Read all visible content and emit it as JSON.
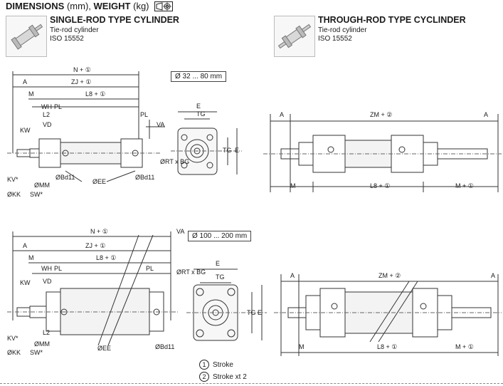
{
  "header": {
    "bold1": "DIMENSIONS",
    "thin1": " (mm), ",
    "bold2": "WEIGHT",
    "thin2": " (kg)"
  },
  "single": {
    "title": "SINGLE-ROD TYPE CYLINDER",
    "line1": "Tie-rod cylinder",
    "line2": "ISO 15552"
  },
  "through": {
    "title": "THROUGH-ROD TYPE CYCLINDER",
    "line1": "Tie-rod cylinder",
    "line2": "ISO 15552"
  },
  "ranges": {
    "small": "Ø 32 ... 80 mm",
    "large": "Ø 100 ... 200 mm"
  },
  "legend": {
    "s1": "1",
    "t1": "Stroke",
    "s2": "2",
    "t2": "Stroke xt 2"
  },
  "labels": [
    [
      "N + ①",
      103,
      101
    ],
    [
      "A",
      32,
      118
    ],
    [
      "ZJ + ①",
      100,
      118
    ],
    [
      "M",
      40,
      135
    ],
    [
      "L8 + ①",
      120,
      135
    ],
    [
      "E",
      276,
      152
    ],
    [
      "WH",
      58,
      153
    ],
    [
      "PL",
      76,
      153
    ],
    [
      "TG",
      276,
      163
    ],
    [
      "L2",
      60,
      164
    ],
    [
      "PL",
      197,
      164
    ],
    [
      "VA",
      220,
      178
    ],
    [
      "VD",
      60,
      178
    ],
    [
      "KW",
      28,
      186
    ],
    [
      "TG",
      313,
      214
    ],
    [
      "E",
      330,
      214
    ],
    [
      "ØRT x BG",
      225,
      230
    ],
    [
      "ØBd11",
      78,
      252
    ],
    [
      "ØMM",
      48,
      263
    ],
    [
      "ØEE",
      130,
      258
    ],
    [
      "ØBd11",
      190,
      252
    ],
    [
      "KV*",
      10,
      255
    ],
    [
      "ØKK",
      10,
      276
    ],
    [
      "SW*",
      42,
      276
    ],
    [
      "A",
      393,
      164
    ],
    [
      "ZM + ②",
      520,
      164
    ],
    [
      "A",
      680,
      164
    ],
    [
      "M",
      408,
      264
    ],
    [
      "L8 + ①",
      520,
      264
    ],
    [
      "M + ①",
      640,
      264
    ],
    [
      "N + ①",
      127,
      328
    ],
    [
      "VA",
      248,
      328
    ],
    [
      "A",
      32,
      348
    ],
    [
      "ZJ + ①",
      120,
      348
    ],
    [
      "M",
      40,
      365
    ],
    [
      "L8 + ①",
      135,
      365
    ],
    [
      "E",
      303,
      373
    ],
    [
      "WH",
      58,
      380
    ],
    [
      "PL",
      76,
      380
    ],
    [
      "PL",
      205,
      380
    ],
    [
      "TG",
      303,
      392
    ],
    [
      "ØRT x BG",
      248,
      385
    ],
    [
      "VD",
      60,
      398
    ],
    [
      "KW",
      28,
      400
    ],
    [
      "TG",
      347,
      442
    ],
    [
      "E",
      362,
      442
    ],
    [
      "L2",
      60,
      470
    ],
    [
      "KV*",
      10,
      478
    ],
    [
      "ØMM",
      48,
      486
    ],
    [
      "ØEE",
      137,
      492
    ],
    [
      "ØBd11",
      218,
      490
    ],
    [
      "ØKK",
      10,
      498
    ],
    [
      "SW*",
      42,
      498
    ],
    [
      "A",
      408,
      390
    ],
    [
      "ZM + ②",
      532,
      390
    ],
    [
      "A",
      690,
      390
    ],
    [
      "M",
      420,
      490
    ],
    [
      "L8 + ①",
      530,
      490
    ],
    [
      "M + ①",
      640,
      490
    ]
  ]
}
